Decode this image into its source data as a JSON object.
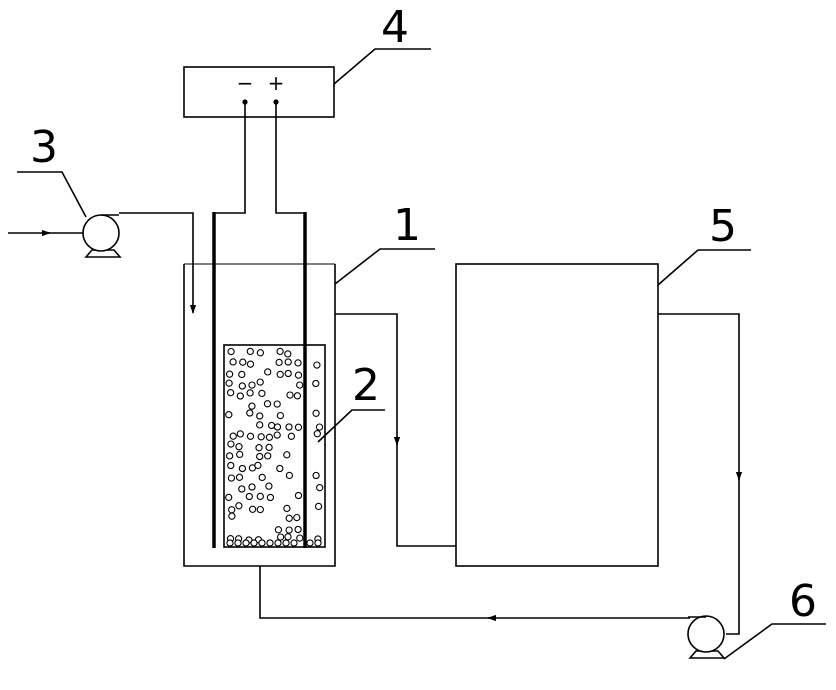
{
  "labels": {
    "reactor": "1",
    "packing": "2",
    "inlet_pump": "3",
    "power_supply": "4",
    "tank": "5",
    "return_pump": "6"
  },
  "power_supply": {
    "negative_sign": "−",
    "positive_sign": "+"
  }
}
